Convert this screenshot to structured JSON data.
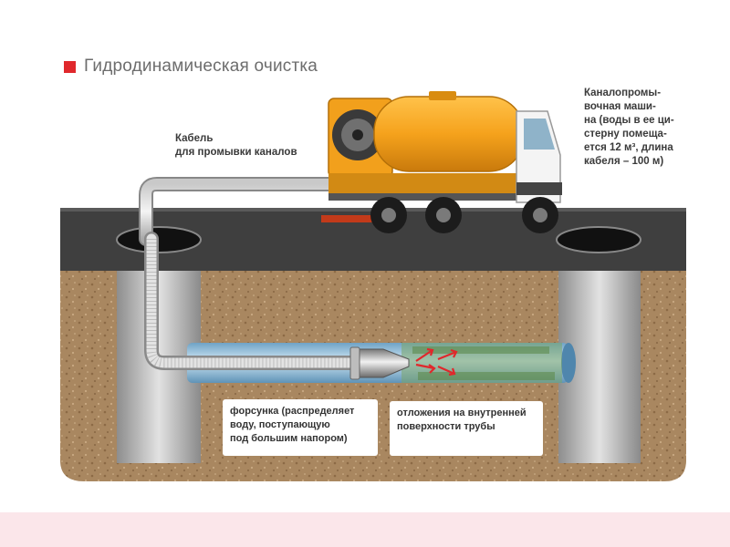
{
  "title": "Гидродинамическая очистка",
  "labels": {
    "cable": [
      "Кабель",
      "для промывки каналов"
    ],
    "truck": [
      "Каналопромы-",
      "вочная маши-",
      "на (воды в ее ци-",
      "стерну помеща-",
      "ется 12 м³, длина",
      "кабеля – 100 м)"
    ],
    "nozzle": [
      "форсунка (распределяет",
      "воду, поступающую",
      "под большим напором)"
    ],
    "deposits": [
      "отложения на внутренней",
      "поверхности трубы"
    ]
  },
  "colors": {
    "accent": "#e0282c",
    "asphalt": "#3d3d3d",
    "soil": "#a8845e",
    "truck_tank": "#f2a01c",
    "pipe": "#9ec7e0",
    "footer": "#fbe6ea"
  }
}
